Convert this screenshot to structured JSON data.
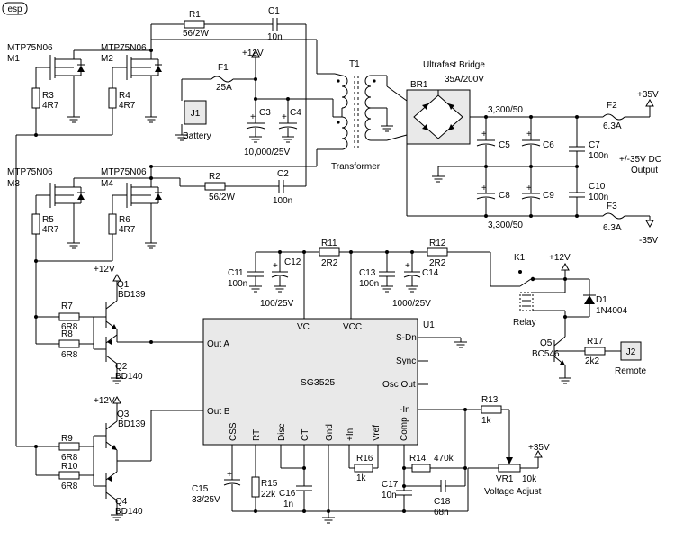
{
  "logo": "esp",
  "mosfets": [
    {
      "ref": "M1",
      "part": "MTP75N06"
    },
    {
      "ref": "M2",
      "part": "MTP75N06"
    },
    {
      "ref": "M3",
      "part": "MTP75N06"
    },
    {
      "ref": "M4",
      "part": "MTP75N06"
    }
  ],
  "resistors": {
    "R1": {
      "ref": "R1",
      "val": "56/2W"
    },
    "R2": {
      "ref": "R2",
      "val": "56/2W"
    },
    "R3": {
      "ref": "R3",
      "val": "4R7"
    },
    "R4": {
      "ref": "R4",
      "val": "4R7"
    },
    "R5": {
      "ref": "R5",
      "val": "4R7"
    },
    "R6": {
      "ref": "R6",
      "val": "4R7"
    },
    "R7": {
      "ref": "R7",
      "val": "6R8"
    },
    "R8": {
      "ref": "R8",
      "val": "6R8"
    },
    "R9": {
      "ref": "R9",
      "val": "6R8"
    },
    "R10": {
      "ref": "R10",
      "val": "6R8"
    },
    "R11": {
      "ref": "R11",
      "val": "2R2"
    },
    "R12": {
      "ref": "R12",
      "val": "2R2"
    },
    "R13": {
      "ref": "R13",
      "val": "1k"
    },
    "R14": {
      "ref": "R14",
      "val": "470k"
    },
    "R15": {
      "ref": "R15",
      "val": "22k"
    },
    "R16": {
      "ref": "R16",
      "val": "1k"
    },
    "R17": {
      "ref": "R17",
      "val": "2k2"
    }
  },
  "capacitors": {
    "C1": {
      "ref": "C1",
      "val": "10n"
    },
    "C2": {
      "ref": "C2",
      "val": "100n"
    },
    "C3": "C3",
    "C4": "C4",
    "C34_val": "10,000/25V",
    "C5": "C5",
    "C6": "C6",
    "C8": "C8",
    "C9": "C9",
    "C56_val": "3,300/50",
    "C89_val": "3,300/50",
    "C7": {
      "ref": "C7",
      "val": "100n"
    },
    "C10": {
      "ref": "C10",
      "val": "100n"
    },
    "C11": {
      "ref": "C11",
      "val": "100n"
    },
    "C12": "C12",
    "C12_val": "100/25V",
    "C13": {
      "ref": "C13",
      "val": "100n"
    },
    "C14": "C14",
    "C14_val": "1000/25V",
    "C15": {
      "ref": "C15",
      "val": "33/25V"
    },
    "C16": {
      "ref": "C16",
      "val": "1n"
    },
    "C17": {
      "ref": "C17",
      "val": "10n"
    },
    "C18": {
      "ref": "C18",
      "val": "68n"
    }
  },
  "transistors": [
    {
      "ref": "Q1",
      "part": "BD139"
    },
    {
      "ref": "Q2",
      "part": "BD140"
    },
    {
      "ref": "Q3",
      "part": "BD139"
    },
    {
      "ref": "Q4",
      "part": "BD140"
    },
    {
      "ref": "Q5",
      "part": "BC546"
    }
  ],
  "fuses": {
    "F1": {
      "ref": "F1",
      "val": "25A"
    },
    "F2": {
      "ref": "F2",
      "val": "6.3A"
    },
    "F3": {
      "ref": "F3",
      "val": "6.3A"
    }
  },
  "rails": {
    "p12": "+12V",
    "p35": "+35V",
    "m35": "-35V"
  },
  "transformer": {
    "ref": "T1",
    "label": "Transformer"
  },
  "bridge": {
    "ref": "BR1",
    "title": "Ultrafast Bridge",
    "rating": "35A/200V"
  },
  "output": {
    "line1": "+/-35V DC",
    "line2": "Output"
  },
  "battery": {
    "ref": "J1",
    "label": "Battery"
  },
  "remote": {
    "ref": "J2",
    "label": "Remote"
  },
  "relay": {
    "ref": "K1",
    "label": "Relay"
  },
  "diode": {
    "ref": "D1",
    "part": "1N4004"
  },
  "vr1": {
    "ref": "VR1",
    "val": "10k",
    "label": "Voltage Adjust"
  },
  "ic": {
    "ref": "U1",
    "name": "SG3525",
    "pins": {
      "vc": "VC",
      "vcc": "VCC",
      "outa": "Out A",
      "outb": "Out B",
      "sdn": "S-Dn",
      "sync": "Sync",
      "oscout": "Osc Out",
      "inm": "-In",
      "css": "CSS",
      "rt": "RT",
      "disc": "Disc",
      "ct": "CT",
      "gnd": "Gnd",
      "inp": "+In",
      "vref": "Vref",
      "comp": "Comp"
    }
  }
}
